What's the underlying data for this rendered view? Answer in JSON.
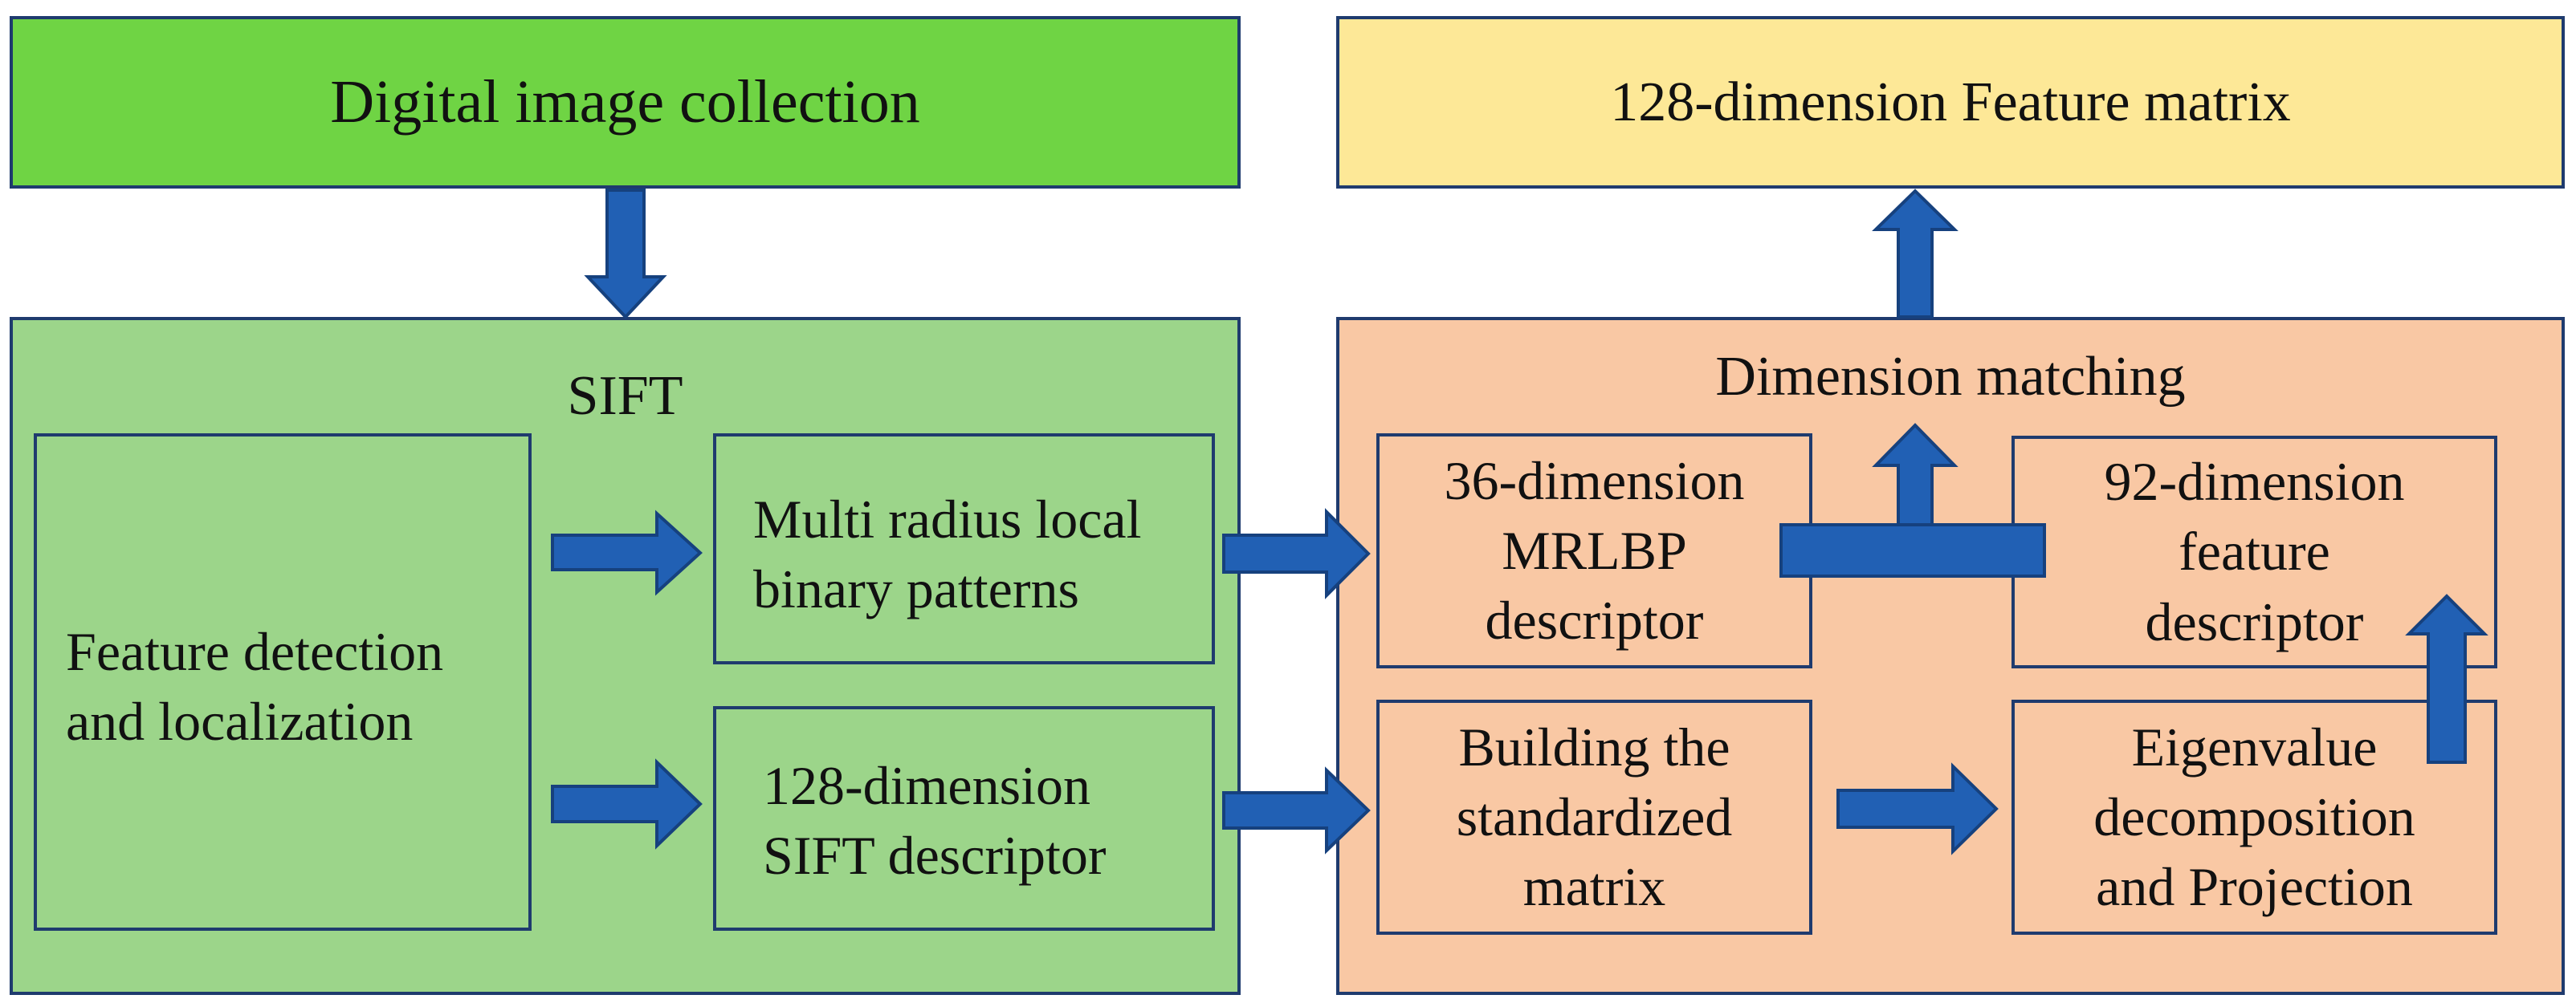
{
  "colors": {
    "top_left": "#6fd444",
    "top_right": "#fde897",
    "sift_panel": "#9cd58a",
    "dim_panel": "#f9c8a4",
    "border": "#1f3b6e",
    "arrow_fill": "#2160b4",
    "arrow_stroke": "#16417e"
  },
  "nodes": {
    "digital_image_collection": "Digital image collection",
    "feature_matrix_128": "128-dimension Feature matrix",
    "sift_title": "SIFT",
    "dimension_matching_title": "Dimension matching",
    "feature_detection": "Feature detection\nand localization",
    "multi_radius_lbp": "Multi radius local\nbinary patterns",
    "sift_descriptor_128": "128-dimension\nSIFT descriptor",
    "mrlbp_descriptor_36": "36-dimension\nMRLBP\ndescriptor",
    "feature_descriptor_92": "92-dimension\nfeature\ndescriptor",
    "standardized_matrix": "Building the\nstandardized\nmatrix",
    "eigenvalue_decomposition": "Eigenvalue\ndecomposition\nand Projection"
  },
  "edges": [
    {
      "from": "digital_image_collection",
      "to": "sift_panel"
    },
    {
      "from": "feature_detection",
      "to": "multi_radius_lbp"
    },
    {
      "from": "feature_detection",
      "to": "sift_descriptor_128"
    },
    {
      "from": "multi_radius_lbp",
      "to": "mrlbp_descriptor_36"
    },
    {
      "from": "sift_descriptor_128",
      "to": "standardized_matrix"
    },
    {
      "from": "standardized_matrix",
      "to": "eigenvalue_decomposition"
    },
    {
      "from": "eigenvalue_decomposition",
      "to": "feature_descriptor_92"
    },
    {
      "from": "mrlbp_descriptor_36",
      "to": "feature_matrix_128",
      "via": "concatenation-bar"
    },
    {
      "from": "feature_descriptor_92",
      "to": "feature_matrix_128",
      "via": "concatenation-bar"
    }
  ]
}
